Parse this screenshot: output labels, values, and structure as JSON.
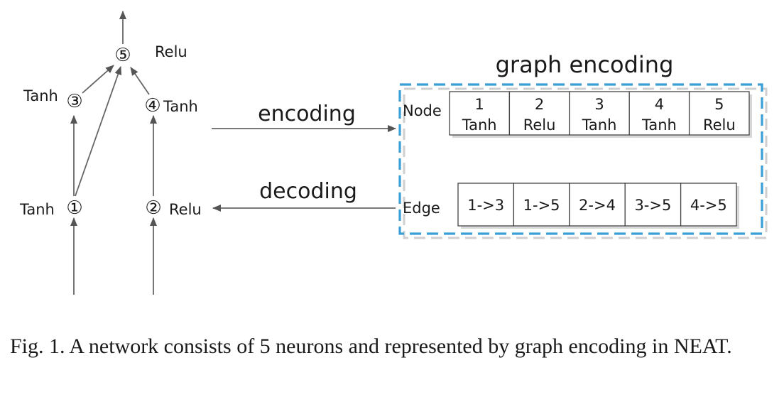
{
  "network": {
    "nodes": [
      {
        "id": "1",
        "glyph": "①",
        "activation": "Tanh"
      },
      {
        "id": "2",
        "glyph": "②",
        "activation": "Relu"
      },
      {
        "id": "3",
        "glyph": "③",
        "activation": "Tanh"
      },
      {
        "id": "4",
        "glyph": "④",
        "activation": "Tanh"
      },
      {
        "id": "5",
        "glyph": "⑤",
        "activation": "Relu"
      }
    ],
    "edges": [
      {
        "from": "1",
        "to": "3"
      },
      {
        "from": "1",
        "to": "5"
      },
      {
        "from": "2",
        "to": "4"
      },
      {
        "from": "3",
        "to": "5"
      },
      {
        "from": "4",
        "to": "5"
      }
    ]
  },
  "arrows": {
    "encoding_label": "encoding",
    "decoding_label": "decoding"
  },
  "graph_encoding": {
    "title": "graph encoding",
    "node_row_label": "Node",
    "edge_row_label": "Edge",
    "node_cells": [
      {
        "id": "1",
        "activation": "Tanh"
      },
      {
        "id": "2",
        "activation": "Relu"
      },
      {
        "id": "3",
        "activation": "Tanh"
      },
      {
        "id": "4",
        "activation": "Tanh"
      },
      {
        "id": "5",
        "activation": "Relu"
      }
    ],
    "edge_cells": [
      "1->3",
      "1->5",
      "2->4",
      "3->5",
      "4->5"
    ],
    "border_color": "#3a9fd8"
  },
  "caption": "Fig. 1.  A network consists of 5 neurons and represented by graph encoding in NEAT."
}
